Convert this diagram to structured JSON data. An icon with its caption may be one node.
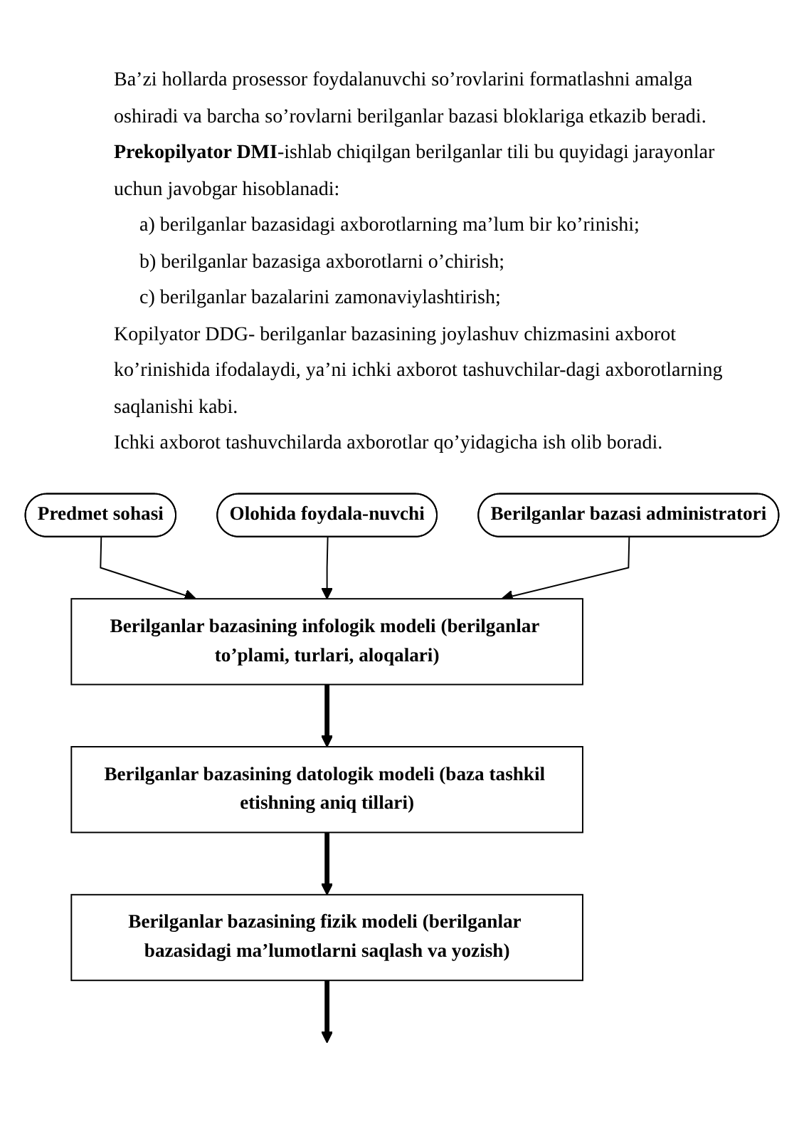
{
  "diagram": {
    "nodes": [
      {
        "text": [
          "Predmet sohasi"
        ]
      },
      {
        "text": [
          "Olohida foydala-nuvchi"
        ]
      },
      {
        "text": [
          "Berilganlar bazasi administratori"
        ]
      },
      {
        "text": [
          "Berilganlar bazasining infologik modeli (berilganlar to’plami, turlari, aloqalari)"
        ]
      },
      {
        "text": [
          "Berilganlar bazasining datologik modeli (baza tashkil etishning aniq tillari)"
        ]
      },
      {
        "text": [
          "Berilganlar bazasining fizik modeli (berilganlar bazasidagi ma’lumotlarni saqlash va yozish)"
        ]
      }
    ],
    "edges": [
      {
        "from": 0,
        "to": 3,
        "arrow": "to"
      },
      {
        "from": 1,
        "to": 3,
        "arrow": "to"
      },
      {
        "from": 2,
        "to": 3,
        "arrow": "to"
      },
      {
        "from": 3,
        "to": 4,
        "arrow": "to",
        "style": "thick"
      },
      {
        "from": 4,
        "to": 5,
        "arrow": "to",
        "style": "thick"
      },
      {
        "from": 5,
        "to": null,
        "arrow": "to",
        "style": "thick"
      }
    ],
    "labels": [
      "Ba’zi hollarda prosessor foydalanuvchi so’rovlarini formatlashni amalga oshiradi va barcha so’rovlarni berilganlar bazasi bloklariga etkazib beradi.",
      "**Prekopilyator DMI**-ishlab chiqilgan berilganlar tili bu quyidagi jarayonlar uchun javobgar hisoblanadi:",
      "a) berilganlar bazasidagi axborotlarning ma’lum bir ko’rinishi;",
      "b) berilganlar bazasiga axborotlarni o’chirish;",
      "c) berilganlar bazalarini zamonaviylashtirish;",
      "Kopilyator DDG- berilganlar bazasining joylashuv chizmasini axborot ko’rinishida ifodalaydi, ya’ni ichki axborot tashuvchilar-dagi axborotlarning saqlanishi kabi.",
      "Ichki axborot tashuvchilarda axborotlar qo’yidagicha ish olib boradi."
    ]
  }
}
